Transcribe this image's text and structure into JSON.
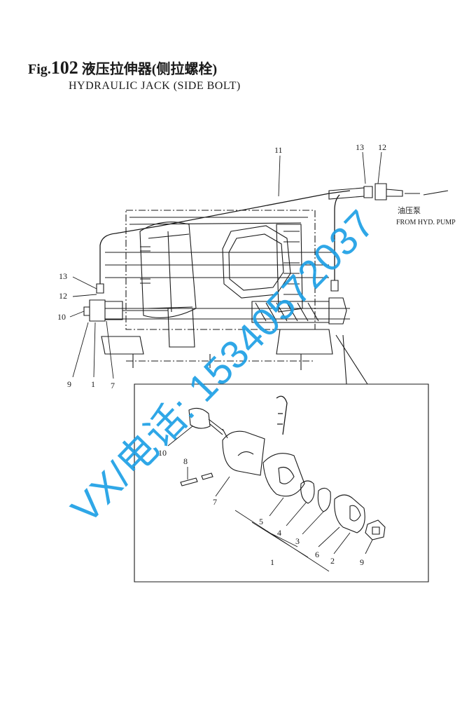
{
  "title": {
    "prefix": "Fig.",
    "number": "102",
    "chinese": "液压拉伸器(侧拉螺栓)",
    "english": "HYDRAULIC JACK (SIDE BOLT)"
  },
  "annotation": {
    "pump_cn": "油压泵",
    "pump_en": "FROM HYD. PUMP"
  },
  "watermark": "VX/电话: 15340572037",
  "callouts": {
    "c11": "11",
    "c13a": "13",
    "c12a": "12",
    "c13b": "13",
    "c12b": "12",
    "c10a": "10",
    "c9a": "9",
    "c1a": "1",
    "c7a": "7",
    "c10b": "10",
    "c8": "8",
    "c7b": "7",
    "c5": "5",
    "c4": "4",
    "c3": "3",
    "c1b": "1",
    "c6": "6",
    "c2": "2",
    "c9b": "9"
  }
}
